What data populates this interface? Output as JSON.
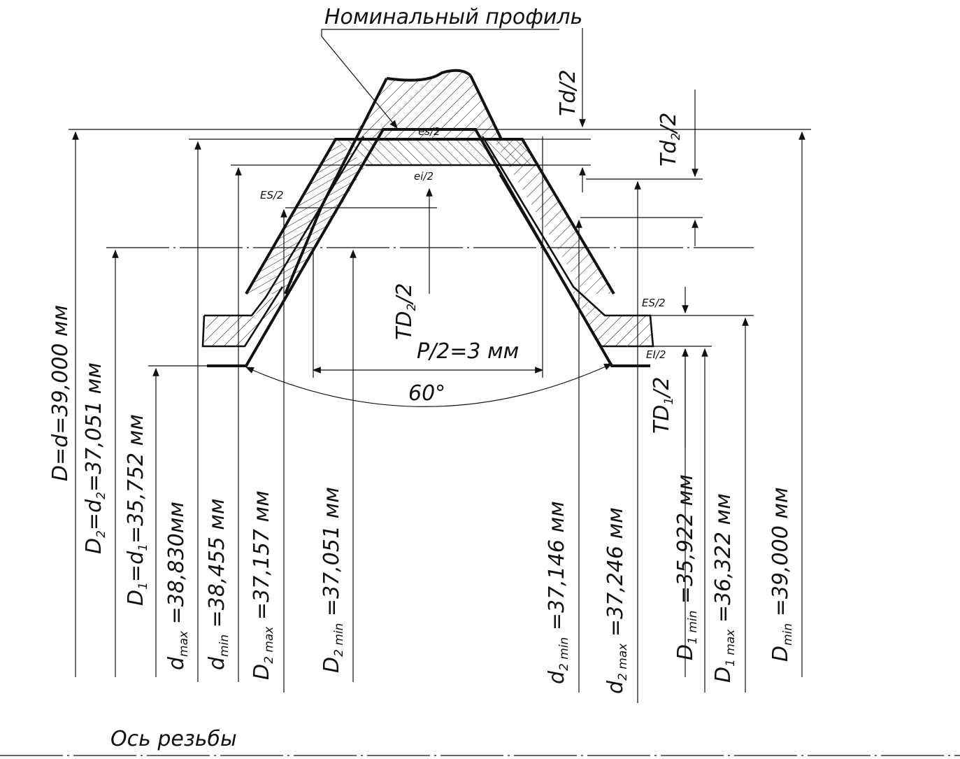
{
  "header": {
    "nominal_profile": "Номинальный профиль"
  },
  "axis": {
    "label": "Ось резьбы"
  },
  "angle": {
    "label": "60°"
  },
  "pitch": {
    "label": "P/2=3 мм"
  },
  "deviations": {
    "es": "es/2",
    "ei": "ei/2",
    "ES_left": "ES/2",
    "ES_right": "ES/2",
    "EI_right": "EI/2"
  },
  "tolerances": {
    "Td": "Td/2",
    "Td2": {
      "main": "Td",
      "sub": "2",
      "tail": "/2"
    },
    "TD2": {
      "main": "TD",
      "sub": "2",
      "tail": "/2"
    },
    "TD1": {
      "main": "TD",
      "sub": "1",
      "tail": "/2"
    }
  },
  "dimensions": {
    "D_d": "D=d=39,000 мм",
    "D2": {
      "a": "D",
      "a_sub": "2",
      "b": "=d",
      "b_sub": "2",
      "c": "=37,051 мм"
    },
    "D1": {
      "a": "D",
      "a_sub": "1",
      "b": "=d",
      "b_sub": "1",
      "c": "=35,752 мм"
    },
    "d_max": {
      "a": "d",
      "a_sub": "max",
      "c": " =38,830мм"
    },
    "d_min": {
      "a": "d",
      "a_sub": "min",
      "c": " =38,455 мм"
    },
    "D2_max": {
      "a": "D",
      "a_sub": "2 max",
      "c": " =37,157 мм"
    },
    "D2_min": {
      "a": "D",
      "a_sub": "2 min",
      "c": " =37,051 мм"
    },
    "d2_min": {
      "a": "d",
      "a_sub": "2 min",
      "c": " =37,146 мм"
    },
    "d2_max": {
      "a": "d",
      "a_sub": "2 max",
      "c": " =37,246 мм"
    },
    "D1_min": {
      "a": "D",
      "a_sub": "1 min",
      "c": " =35,922 мм"
    },
    "D1_max": {
      "a": "D",
      "a_sub": "1 max",
      "c": " =36,322 мм"
    },
    "D_min": {
      "a": "D",
      "a_sub": "min",
      "c": " =39,000 мм"
    }
  }
}
